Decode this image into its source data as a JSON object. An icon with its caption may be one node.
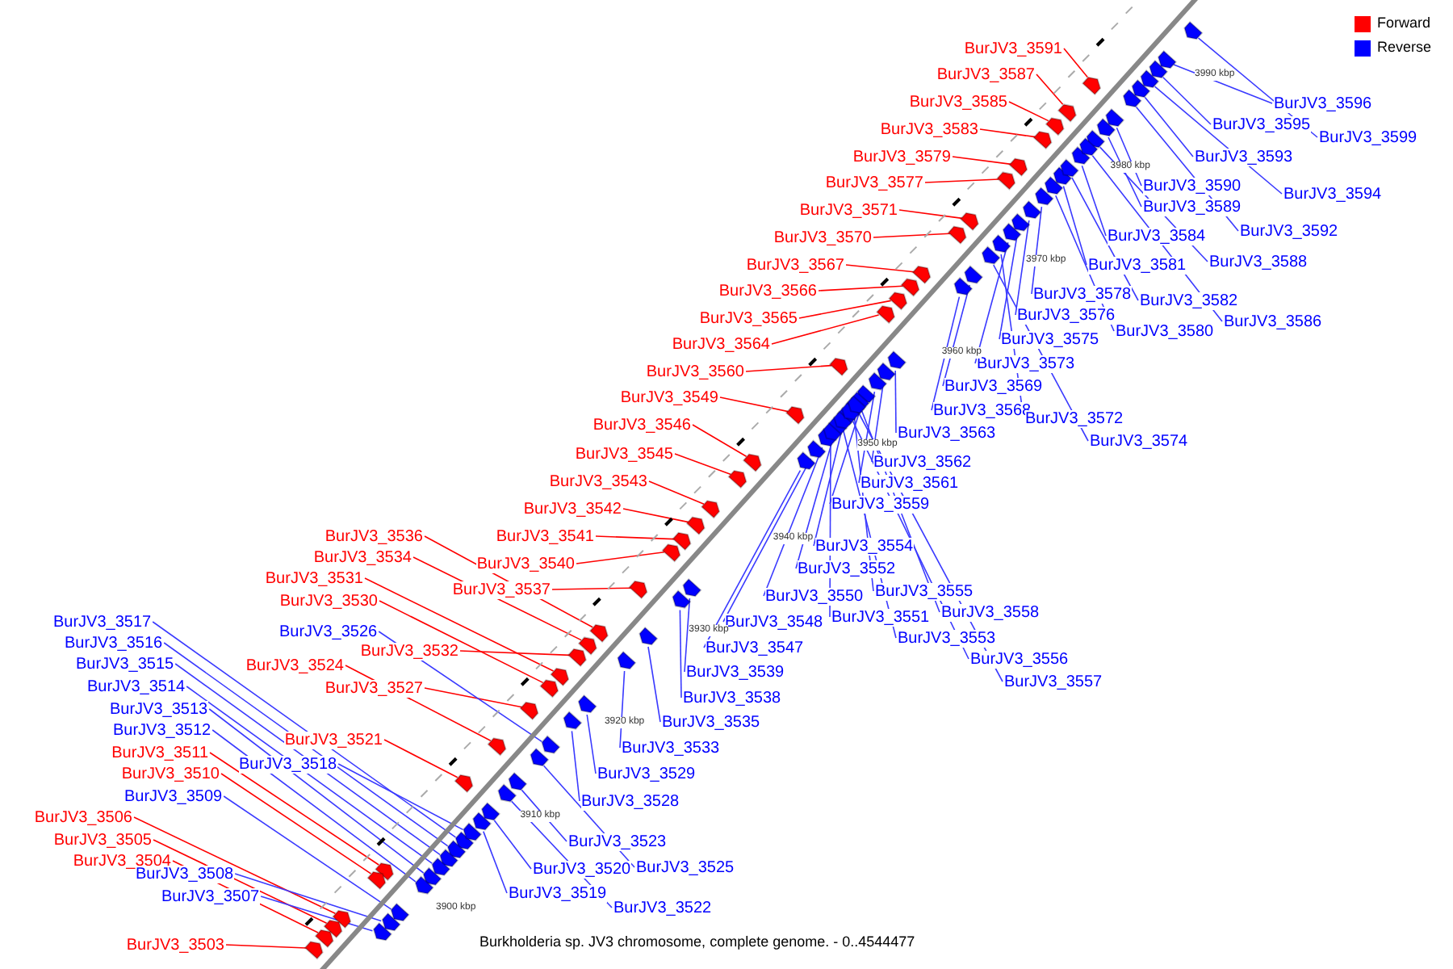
{
  "diagram": {
    "caption": "Burkholderia sp. JV3 chromosome, complete genome. - 0..4544477",
    "nodes": [
      {
        "text": [
          "BurJV3_3591"
        ]
      },
      {
        "text": [
          "BurJV3_3587"
        ]
      },
      {
        "text": [
          "BurJV3_3585"
        ]
      },
      {
        "text": [
          "BurJV3_3583"
        ]
      },
      {
        "text": [
          "BurJV3_3579"
        ]
      },
      {
        "text": [
          "BurJV3_3577"
        ]
      },
      {
        "text": [
          "BurJV3_3571"
        ]
      },
      {
        "text": [
          "BurJV3_3570"
        ]
      },
      {
        "text": [
          "BurJV3_3567"
        ]
      },
      {
        "text": [
          "BurJV3_3566"
        ]
      },
      {
        "text": [
          "BurJV3_3565"
        ]
      },
      {
        "text": [
          "BurJV3_3564"
        ]
      },
      {
        "text": [
          "BurJV3_3560"
        ]
      },
      {
        "text": [
          "BurJV3_3549"
        ]
      },
      {
        "text": [
          "BurJV3_3546"
        ]
      },
      {
        "text": [
          "BurJV3_3545"
        ]
      },
      {
        "text": [
          "BurJV3_3543"
        ]
      },
      {
        "text": [
          "BurJV3_3542"
        ]
      },
      {
        "text": [
          "BurJV3_3541"
        ]
      },
      {
        "text": [
          "BurJV3_3536"
        ]
      },
      {
        "text": [
          "BurJV3_3540"
        ]
      },
      {
        "text": [
          "BurJV3_3534"
        ]
      },
      {
        "text": [
          "BurJV3_3531"
        ]
      },
      {
        "text": [
          "BurJV3_3537"
        ]
      },
      {
        "text": [
          "BurJV3_3530"
        ]
      },
      {
        "text": [
          "BurJV3_3532"
        ]
      },
      {
        "text": [
          "BurJV3_3524"
        ]
      },
      {
        "text": [
          "BurJV3_3527"
        ]
      },
      {
        "text": [
          "BurJV3_3521"
        ]
      },
      {
        "text": [
          "BurJV3_3511"
        ]
      },
      {
        "text": [
          "BurJV3_3510"
        ]
      },
      {
        "text": [
          "BurJV3_3506"
        ]
      },
      {
        "text": [
          "BurJV3_3505"
        ]
      },
      {
        "text": [
          "BurJV3_3504"
        ]
      },
      {
        "text": [
          "BurJV3_3503"
        ]
      },
      {
        "text": [
          "BurJV3_3517"
        ]
      },
      {
        "text": [
          "BurJV3_3516"
        ]
      },
      {
        "text": [
          "BurJV3_3515"
        ]
      },
      {
        "text": [
          "BurJV3_3514"
        ]
      },
      {
        "text": [
          "BurJV3_3513"
        ]
      },
      {
        "text": [
          "BurJV3_3512"
        ]
      },
      {
        "text": [
          "BurJV3_3509"
        ]
      },
      {
        "text": [
          "BurJV3_3526"
        ]
      },
      {
        "text": [
          "BurJV3_3518"
        ]
      },
      {
        "text": [
          "BurJV3_3508"
        ]
      },
      {
        "text": [
          "BurJV3_3507"
        ]
      },
      {
        "text": [
          "BurJV3_3596"
        ]
      },
      {
        "text": [
          "BurJV3_3595"
        ]
      },
      {
        "text": [
          "BurJV3_3599"
        ]
      },
      {
        "text": [
          "BurJV3_3593"
        ]
      },
      {
        "text": [
          "BurJV3_3590"
        ]
      },
      {
        "text": [
          "BurJV3_3594"
        ]
      },
      {
        "text": [
          "BurJV3_3589"
        ]
      },
      {
        "text": [
          "BurJV3_3584"
        ]
      },
      {
        "text": [
          "BurJV3_3592"
        ]
      },
      {
        "text": [
          "BurJV3_3588"
        ]
      },
      {
        "text": [
          "BurJV3_3581"
        ]
      },
      {
        "text": [
          "BurJV3_3582"
        ]
      },
      {
        "text": [
          "BurJV3_3578"
        ]
      },
      {
        "text": [
          "BurJV3_3576"
        ]
      },
      {
        "text": [
          "BurJV3_3586"
        ]
      },
      {
        "text": [
          "BurJV3_3580"
        ]
      },
      {
        "text": [
          "BurJV3_3575"
        ]
      },
      {
        "text": [
          "BurJV3_3573"
        ]
      },
      {
        "text": [
          "BurJV3_3569"
        ]
      },
      {
        "text": [
          "BurJV3_3568"
        ]
      },
      {
        "text": [
          "BurJV3_3572"
        ]
      },
      {
        "text": [
          "BurJV3_3563"
        ]
      },
      {
        "text": [
          "BurJV3_3574"
        ]
      },
      {
        "text": [
          "BurJV3_3562"
        ]
      },
      {
        "text": [
          "BurJV3_3561"
        ]
      },
      {
        "text": [
          "BurJV3_3559"
        ]
      },
      {
        "text": [
          "BurJV3_3554"
        ]
      },
      {
        "text": [
          "BurJV3_3552"
        ]
      },
      {
        "text": [
          "BurJV3_3555"
        ]
      },
      {
        "text": [
          "BurJV3_3550"
        ]
      },
      {
        "text": [
          "BurJV3_3558"
        ]
      },
      {
        "text": [
          "BurJV3_3548"
        ]
      },
      {
        "text": [
          "BurJV3_3551"
        ]
      },
      {
        "text": [
          "BurJV3_3553"
        ]
      },
      {
        "text": [
          "BurJV3_3547"
        ]
      },
      {
        "text": [
          "BurJV3_3556"
        ]
      },
      {
        "text": [
          "BurJV3_3557"
        ]
      },
      {
        "text": [
          "BurJV3_3539"
        ]
      },
      {
        "text": [
          "BurJV3_3538"
        ]
      },
      {
        "text": [
          "BurJV3_3535"
        ]
      },
      {
        "text": [
          "BurJV3_3533"
        ]
      },
      {
        "text": [
          "BurJV3_3529"
        ]
      },
      {
        "text": [
          "BurJV3_3528"
        ]
      },
      {
        "text": [
          "BurJV3_3523"
        ]
      },
      {
        "text": [
          "BurJV3_3520"
        ]
      },
      {
        "text": [
          "BurJV3_3525"
        ]
      },
      {
        "text": [
          "BurJV3_3519"
        ]
      },
      {
        "text": [
          "BurJV3_3522"
        ]
      },
      {
        "text": [],
        "shape": "arrow"
      },
      {
        "text": [],
        "shape": "arrow"
      },
      {
        "text": [],
        "shape": "arrow"
      },
      {
        "text": [],
        "shape": "arrow"
      },
      {
        "text": [],
        "shape": "arrow"
      },
      {
        "text": [],
        "shape": "arrow"
      },
      {
        "text": [],
        "shape": "arrow"
      },
      {
        "text": [],
        "shape": "arrow"
      },
      {
        "text": [],
        "shape": "arrow"
      },
      {
        "text": [],
        "shape": "arrow"
      },
      {
        "text": [],
        "shape": "arrow"
      },
      {
        "text": [],
        "shape": "arrow"
      },
      {
        "text": [],
        "shape": "arrow"
      },
      {
        "text": [],
        "shape": "arrow"
      },
      {
        "text": [],
        "shape": "arrow"
      },
      {
        "text": [],
        "shape": "arrow"
      },
      {
        "text": [],
        "shape": "arrow"
      },
      {
        "text": [],
        "shape": "arrow"
      },
      {
        "text": [],
        "shape": "arrow"
      },
      {
        "text": [],
        "shape": "arrow"
      },
      {
        "text": [],
        "shape": "arrow"
      },
      {
        "text": [],
        "shape": "arrow"
      },
      {
        "text": [],
        "shape": "arrow"
      },
      {
        "text": [],
        "shape": "arrow"
      },
      {
        "text": [],
        "shape": "arrow"
      },
      {
        "text": [],
        "shape": "arrow"
      },
      {
        "text": [],
        "shape": "arrow"
      },
      {
        "text": [],
        "shape": "arrow"
      },
      {
        "text": [],
        "shape": "arrow"
      },
      {
        "text": [],
        "shape": "arrow"
      },
      {
        "text": [],
        "shape": "arrow"
      },
      {
        "text": [],
        "shape": "arrow"
      },
      {
        "text": [],
        "shape": "arrow"
      },
      {
        "text": [],
        "shape": "arrow"
      },
      {
        "text": [],
        "shape": "arrow"
      },
      {
        "text": [],
        "shape": "arrow"
      },
      {
        "text": [],
        "shape": "arrow"
      },
      {
        "text": [],
        "shape": "arrow"
      },
      {
        "text": [],
        "shape": "arrow"
      },
      {
        "text": [],
        "shape": "arrow"
      },
      {
        "text": [],
        "shape": "arrow"
      },
      {
        "text": [],
        "shape": "arrow"
      },
      {
        "text": [],
        "shape": "arrow"
      },
      {
        "text": [],
        "shape": "arrow"
      },
      {
        "text": [],
        "shape": "arrow"
      },
      {
        "text": [],
        "shape": "arrow"
      },
      {
        "text": [],
        "shape": "arrow"
      },
      {
        "text": [],
        "shape": "arrow"
      },
      {
        "text": [],
        "shape": "arrow"
      },
      {
        "text": [],
        "shape": "arrow"
      },
      {
        "text": [],
        "shape": "arrow"
      },
      {
        "text": [],
        "shape": "arrow"
      },
      {
        "text": [],
        "shape": "arrow"
      },
      {
        "text": [],
        "shape": "arrow"
      },
      {
        "text": [],
        "shape": "arrow"
      },
      {
        "text": [],
        "shape": "arrow"
      },
      {
        "text": [],
        "shape": "arrow"
      },
      {
        "text": [],
        "shape": "arrow"
      },
      {
        "text": [],
        "shape": "arrow"
      },
      {
        "text": [],
        "shape": "arrow"
      },
      {
        "text": [],
        "shape": "arrow"
      },
      {
        "text": [],
        "shape": "arrow"
      },
      {
        "text": [],
        "shape": "arrow"
      },
      {
        "text": [],
        "shape": "arrow"
      },
      {
        "text": [],
        "shape": "arrow"
      },
      {
        "text": [],
        "shape": "arrow"
      },
      {
        "text": [],
        "shape": "arrow"
      },
      {
        "text": [],
        "shape": "arrow"
      },
      {
        "text": [],
        "shape": "arrow"
      },
      {
        "text": [],
        "shape": "arrow"
      },
      {
        "text": [],
        "shape": "arrow"
      },
      {
        "text": [],
        "shape": "arrow"
      },
      {
        "text": [],
        "shape": "arrow"
      },
      {
        "text": [],
        "shape": "arrow"
      },
      {
        "text": [],
        "shape": "arrow"
      },
      {
        "text": [],
        "shape": "arrow"
      },
      {
        "text": [],
        "shape": "arrow"
      },
      {
        "text": [],
        "shape": "arrow"
      },
      {
        "text": [],
        "shape": "arrow"
      },
      {
        "text": [],
        "shape": "arrow"
      },
      {
        "text": [],
        "shape": "arrow"
      },
      {
        "text": [],
        "shape": "arrow"
      },
      {
        "text": [],
        "shape": "arrow"
      },
      {
        "text": [],
        "shape": "arrow"
      },
      {
        "text": [],
        "shape": "arrow"
      },
      {
        "text": [],
        "shape": "arrow"
      },
      {
        "text": [],
        "shape": "arrow"
      },
      {
        "text": [],
        "shape": "arrow"
      },
      {
        "text": [],
        "shape": "arrow"
      },
      {
        "text": [],
        "shape": "arrow"
      },
      {
        "text": [],
        "shape": "arrow"
      },
      {
        "text": [],
        "shape": "arrow"
      },
      {
        "text": [],
        "shape": "arrow"
      },
      {
        "text": [],
        "shape": "arrow"
      }
    ],
    "edges": [
      {
        "from": 0,
        "to": 94,
        "arrow": "none",
        "color": "#ff0000"
      },
      {
        "from": 1,
        "to": 95,
        "arrow": "none",
        "color": "#ff0000"
      },
      {
        "from": 2,
        "to": 96,
        "arrow": "none",
        "color": "#ff0000"
      },
      {
        "from": 3,
        "to": 97,
        "arrow": "none",
        "color": "#ff0000"
      },
      {
        "from": 4,
        "to": 98,
        "arrow": "none",
        "color": "#ff0000"
      },
      {
        "from": 5,
        "to": 99,
        "arrow": "none",
        "color": "#ff0000"
      },
      {
        "from": 6,
        "to": 100,
        "arrow": "none",
        "color": "#ff0000"
      },
      {
        "from": 7,
        "to": 101,
        "arrow": "none",
        "color": "#ff0000"
      },
      {
        "from": 8,
        "to": 102,
        "arrow": "none",
        "color": "#ff0000"
      },
      {
        "from": 9,
        "to": 103,
        "arrow": "none",
        "color": "#ff0000"
      },
      {
        "from": 10,
        "to": 104,
        "arrow": "none",
        "color": "#ff0000"
      },
      {
        "from": 11,
        "to": 105,
        "arrow": "none",
        "color": "#ff0000"
      },
      {
        "from": 12,
        "to": 106,
        "arrow": "none",
        "color": "#ff0000"
      },
      {
        "from": 13,
        "to": 107,
        "arrow": "none",
        "color": "#ff0000"
      },
      {
        "from": 14,
        "to": 108,
        "arrow": "none",
        "color": "#ff0000"
      },
      {
        "from": 15,
        "to": 109,
        "arrow": "none",
        "color": "#ff0000"
      },
      {
        "from": 16,
        "to": 110,
        "arrow": "none",
        "color": "#ff0000"
      },
      {
        "from": 17,
        "to": 111,
        "arrow": "none",
        "color": "#ff0000"
      },
      {
        "from": 18,
        "to": 112,
        "arrow": "none",
        "color": "#ff0000"
      },
      {
        "from": 19,
        "to": 113,
        "arrow": "none",
        "color": "#ff0000"
      },
      {
        "from": 20,
        "to": 114,
        "arrow": "none",
        "color": "#ff0000"
      },
      {
        "from": 21,
        "to": 115,
        "arrow": "none",
        "color": "#ff0000"
      },
      {
        "from": 22,
        "to": 116,
        "arrow": "none",
        "color": "#ff0000"
      },
      {
        "from": 23,
        "to": 117,
        "arrow": "none",
        "color": "#ff0000"
      },
      {
        "from": 24,
        "to": 118,
        "arrow": "none",
        "color": "#ff0000"
      },
      {
        "from": 25,
        "to": 119,
        "arrow": "none",
        "color": "#ff0000"
      },
      {
        "from": 26,
        "to": 120,
        "arrow": "none",
        "color": "#ff0000"
      },
      {
        "from": 27,
        "to": 121,
        "arrow": "none",
        "color": "#ff0000"
      },
      {
        "from": 28,
        "to": 122,
        "arrow": "none",
        "color": "#ff0000"
      },
      {
        "from": 29,
        "to": 123,
        "arrow": "none",
        "color": "#ff0000"
      },
      {
        "from": 30,
        "to": 124,
        "arrow": "none",
        "color": "#ff0000"
      },
      {
        "from": 31,
        "to": 125,
        "arrow": "none",
        "color": "#ff0000"
      },
      {
        "from": 32,
        "to": 126,
        "arrow": "none",
        "color": "#ff0000"
      },
      {
        "from": 33,
        "to": 127,
        "arrow": "none",
        "color": "#ff0000"
      },
      {
        "from": 34,
        "to": 128,
        "arrow": "none",
        "color": "#ff0000"
      },
      {
        "from": 35,
        "to": 129,
        "arrow": "none"
      },
      {
        "from": 36,
        "to": 130,
        "arrow": "none"
      },
      {
        "from": 37,
        "to": 131,
        "arrow": "none"
      },
      {
        "from": 38,
        "to": 132,
        "arrow": "none"
      },
      {
        "from": 39,
        "to": 133,
        "arrow": "none"
      },
      {
        "from": 40,
        "to": 134,
        "arrow": "none"
      },
      {
        "from": 41,
        "to": 135,
        "arrow": "none"
      },
      {
        "from": 42,
        "to": 136,
        "arrow": "none"
      },
      {
        "from": 43,
        "to": 137,
        "arrow": "none"
      },
      {
        "from": 44,
        "to": 138,
        "arrow": "none"
      },
      {
        "from": 45,
        "to": 139,
        "arrow": "none"
      },
      {
        "from": 46,
        "to": 140,
        "arrow": "none"
      },
      {
        "from": 47,
        "to": 141,
        "arrow": "none"
      },
      {
        "from": 48,
        "to": 142,
        "arrow": "none"
      },
      {
        "from": 49,
        "to": 143,
        "arrow": "none"
      },
      {
        "from": 50,
        "to": 144,
        "arrow": "none"
      },
      {
        "from": 51,
        "to": 145,
        "arrow": "none"
      },
      {
        "from": 52,
        "to": 146,
        "arrow": "none"
      },
      {
        "from": 53,
        "to": 147,
        "arrow": "none"
      },
      {
        "from": 54,
        "to": 148,
        "arrow": "none"
      },
      {
        "from": 55,
        "to": 149,
        "arrow": "none"
      },
      {
        "from": 56,
        "to": 150,
        "arrow": "none"
      },
      {
        "from": 57,
        "to": 151,
        "arrow": "none"
      },
      {
        "from": 58,
        "to": 152,
        "arrow": "none"
      },
      {
        "from": 59,
        "to": 153,
        "arrow": "none"
      },
      {
        "from": 60,
        "to": 154,
        "arrow": "none"
      },
      {
        "from": 61,
        "to": 155,
        "arrow": "none"
      },
      {
        "from": 62,
        "to": 156,
        "arrow": "none"
      },
      {
        "from": 63,
        "to": 157,
        "arrow": "none"
      },
      {
        "from": 64,
        "to": 158,
        "arrow": "none"
      },
      {
        "from": 65,
        "to": 159,
        "arrow": "none"
      },
      {
        "from": 66,
        "to": 160,
        "arrow": "none"
      },
      {
        "from": 67,
        "to": 161,
        "arrow": "none"
      },
      {
        "from": 68,
        "to": 162,
        "arrow": "none"
      },
      {
        "from": 69,
        "to": 163,
        "arrow": "none"
      },
      {
        "from": 70,
        "to": 164,
        "arrow": "none"
      },
      {
        "from": 71,
        "to": 165,
        "arrow": "none"
      },
      {
        "from": 72,
        "to": 166,
        "arrow": "none"
      },
      {
        "from": 73,
        "to": 167,
        "arrow": "none"
      },
      {
        "from": 74,
        "to": 168,
        "arrow": "none"
      },
      {
        "from": 75,
        "to": 169,
        "arrow": "none"
      },
      {
        "from": 76,
        "to": 170,
        "arrow": "none"
      },
      {
        "from": 77,
        "to": 171,
        "arrow": "none"
      },
      {
        "from": 78,
        "to": 172,
        "arrow": "none"
      },
      {
        "from": 79,
        "to": 173,
        "arrow": "none"
      },
      {
        "from": 80,
        "to": 174,
        "arrow": "none"
      },
      {
        "from": 81,
        "to": 175,
        "arrow": "none"
      },
      {
        "from": 82,
        "to": 176,
        "arrow": "none"
      },
      {
        "from": 83,
        "to": 177,
        "arrow": "none"
      },
      {
        "from": 84,
        "to": 178,
        "arrow": "none"
      },
      {
        "from": 85,
        "to": 179,
        "arrow": "none"
      },
      {
        "from": 86,
        "to": 180,
        "arrow": "none"
      },
      {
        "from": 87,
        "to": 181,
        "arrow": "none"
      },
      {
        "from": 88,
        "to": 182,
        "arrow": "none"
      },
      {
        "from": 89,
        "to": 183,
        "arrow": "none"
      },
      {
        "from": 90,
        "to": 184,
        "arrow": "none"
      },
      {
        "from": 91,
        "to": 185,
        "arrow": "none"
      },
      {
        "from": 92,
        "to": 186,
        "arrow": "none"
      },
      {
        "from": 93,
        "to": 187,
        "arrow": "none"
      }
    ],
    "labels": [
      "3990 kbp",
      "3980 kbp",
      "3970 kbp",
      "3960 kbp",
      "3950 kbp",
      "3940 kbp",
      "3930 kbp",
      "3920 kbp",
      "3910 kbp",
      "3900 kbp"
    ],
    "legend": [
      {
        "text": "Forward",
        "color": "#ff0000"
      },
      {
        "text": "Reverse",
        "color": "#0000ff"
      }
    ]
  }
}
